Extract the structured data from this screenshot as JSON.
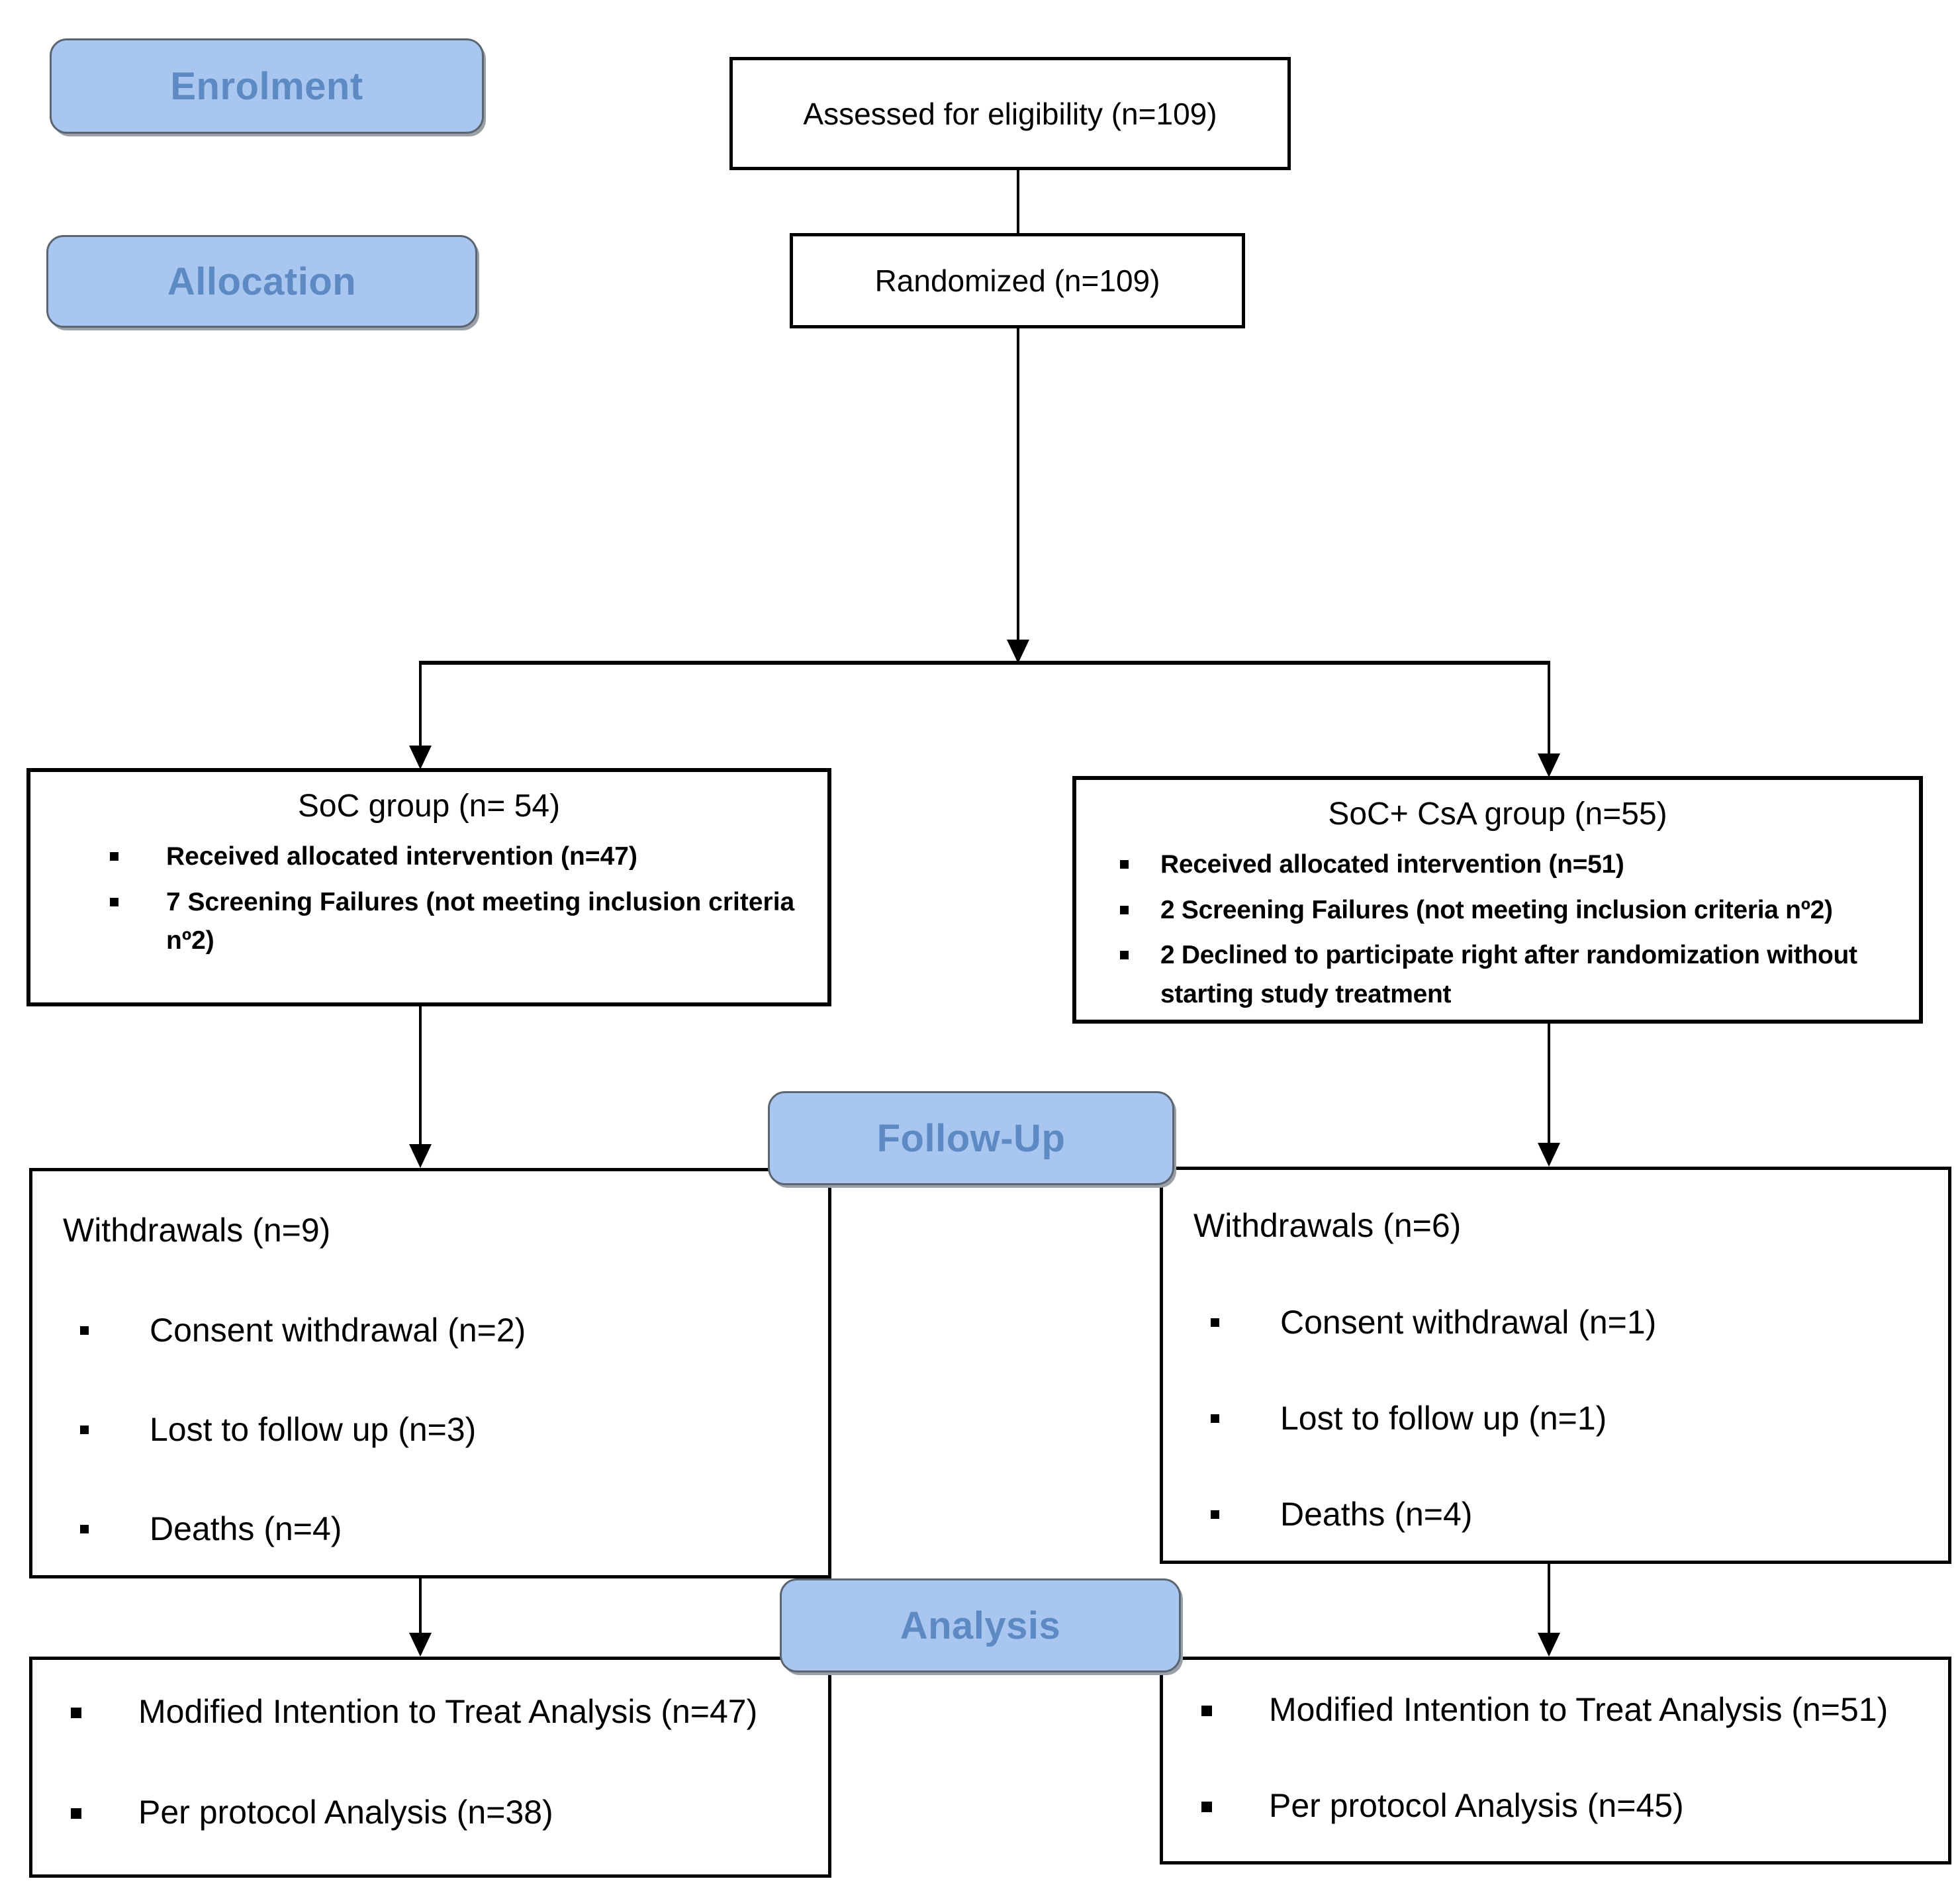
{
  "stage_labels": {
    "enrolment": "Enrolment",
    "allocation": "Allocation",
    "follow_up": "Follow-Up",
    "analysis": "Analysis"
  },
  "enrolment": {
    "assessed": "Assessed for eligibility (n=109)",
    "randomized": "Randomized (n=109)"
  },
  "allocation": {
    "soc": {
      "title": "SoC group (n= 54)",
      "bullets": [
        "Received allocated intervention (n=47)",
        "7 Screening Failures (not meeting inclusion criteria nº2)"
      ]
    },
    "soc_csa": {
      "title": "SoC+ CsA group (n=55)",
      "bullets": [
        "Received allocated intervention (n=51)",
        "2 Screening Failures (not meeting inclusion criteria nº2)",
        "2 Declined to participate right after randomization without starting study treatment"
      ]
    }
  },
  "follow_up": {
    "soc": {
      "title": "Withdrawals (n=9)",
      "bullets": [
        "Consent withdrawal (n=2)",
        "Lost to follow up (n=3)",
        "Deaths (n=4)"
      ]
    },
    "soc_csa": {
      "title": "Withdrawals (n=6)",
      "bullets": [
        "Consent withdrawal (n=1)",
        "Lost to follow up (n=1)",
        "Deaths (n=4)"
      ]
    }
  },
  "analysis": {
    "soc": {
      "bullets": [
        "Modified Intention to Treat Analysis (n=47)",
        "Per protocol Analysis (n=38)"
      ]
    },
    "soc_csa": {
      "bullets": [
        "Modified Intention to Treat Analysis (n=51)",
        "Per protocol Analysis (n=45)"
      ]
    }
  },
  "colors": {
    "badge_fill": "#a9c6f1",
    "badge_text": "#5d8ac2",
    "box_border": "#000000",
    "line": "#000000"
  }
}
